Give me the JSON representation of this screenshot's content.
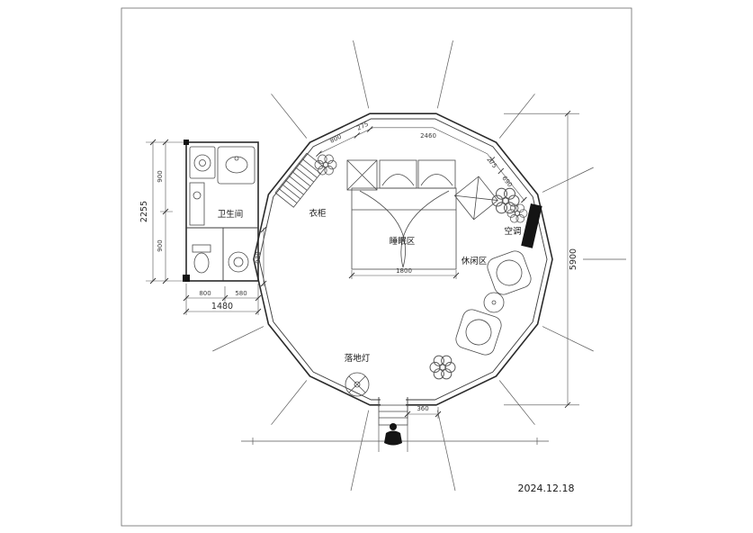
{
  "frame": {
    "date": "2024.12.18"
  },
  "rooms": {
    "bathroom": "卫生间",
    "wardrobe": "衣柜",
    "sleeping": "睡眠区",
    "leisure": "休闲区",
    "ac": "空调",
    "lamp": "落地灯"
  },
  "dims": {
    "left_total": "2255",
    "left_a": "900",
    "left_b": "900",
    "lower_right": "930",
    "bottom_a": "800",
    "bottom_b": "580",
    "bottom_total": "1480",
    "top": [
      "800",
      "275",
      "2460",
      "275",
      "690"
    ],
    "bed": "1800",
    "overall": "5900",
    "entrance": "360"
  },
  "colors": {
    "line": "#3a3a3a",
    "wall": "#2b2b2b",
    "solid_black": "#141414",
    "paper": "#ffffff"
  }
}
